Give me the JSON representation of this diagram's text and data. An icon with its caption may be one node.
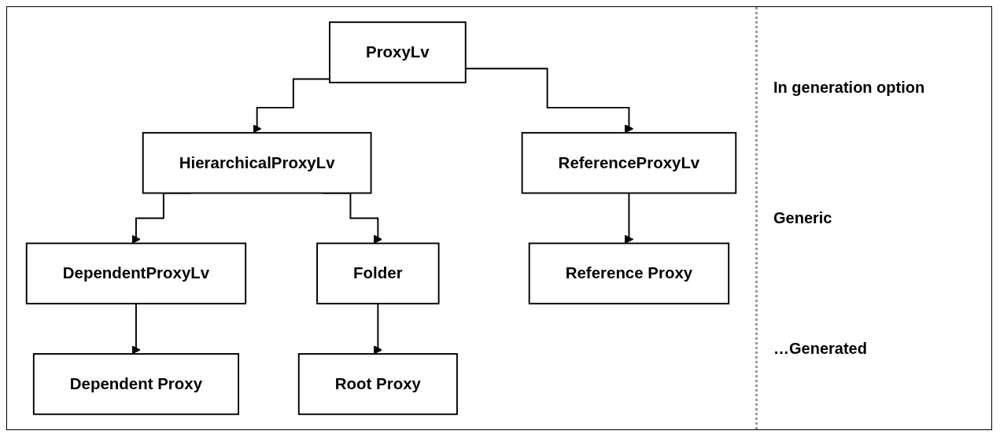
{
  "diagram": {
    "nodes": [
      {
        "text": [
          "ProxyLv"
        ]
      },
      {
        "text": [
          "HierarchicalProxyLv"
        ]
      },
      {
        "text": [
          "DependentProxyLv"
        ]
      },
      {
        "text": [
          "Folder"
        ]
      },
      {
        "text": [
          "ReferenceProxyLv"
        ]
      },
      {
        "text": [
          "Dependent Proxy"
        ]
      },
      {
        "text": [
          "Root Proxy"
        ]
      },
      {
        "text": [
          "Reference Proxy"
        ]
      }
    ],
    "edges": [
      {
        "from": 0,
        "to": 1,
        "arrow": "to"
      },
      {
        "from": 0,
        "to": 4,
        "arrow": "to"
      },
      {
        "from": 1,
        "to": 2,
        "arrow": "to"
      },
      {
        "from": 1,
        "to": 3,
        "arrow": "to"
      },
      {
        "from": 2,
        "to": 5,
        "arrow": "to"
      },
      {
        "from": 3,
        "to": 6,
        "arrow": "to"
      },
      {
        "from": 4,
        "to": 7,
        "arrow": "to"
      }
    ],
    "labels": [
      "In generation option",
      "Generic",
      "…Generated"
    ]
  }
}
